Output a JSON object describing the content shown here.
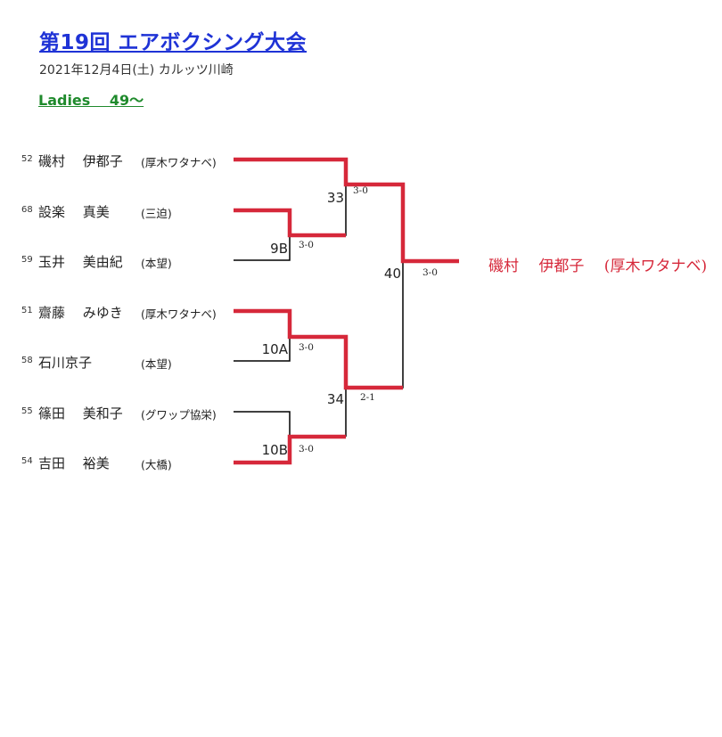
{
  "header": {
    "title": "第19回 エアボクシング大会",
    "date_venue": "2021年12月4日(土) カルッツ川崎",
    "division": "Ladies　 49～"
  },
  "players": [
    {
      "seed": "52",
      "name": "磯村　 伊都子",
      "club": "(厚木ワタナベ)"
    },
    {
      "seed": "68",
      "name": "設楽　 真美",
      "club": "(三迫)"
    },
    {
      "seed": "59",
      "name": "玉井　 美由紀",
      "club": "(本望)"
    },
    {
      "seed": "51",
      "name": "齋藤　 みゆき",
      "club": "(厚木ワタナベ)"
    },
    {
      "seed": "58",
      "name": "石川京子",
      "club": "(本望)"
    },
    {
      "seed": "55",
      "name": "篠田　 美和子",
      "club": "(グワップ協栄)"
    },
    {
      "seed": "54",
      "name": "吉田　 裕美",
      "club": "(大橋)"
    }
  ],
  "matches": [
    {
      "id": "9B",
      "score": "3-0"
    },
    {
      "id": "10A",
      "score": "3-0"
    },
    {
      "id": "10B",
      "score": "3-0"
    },
    {
      "id": "33",
      "score": "3-0"
    },
    {
      "id": "34",
      "score": "2-1"
    },
    {
      "id": "40",
      "score": "3-0"
    }
  ],
  "champion": {
    "name": "磯村　 伊都子　 (厚木ワタナベ)"
  },
  "colors": {
    "winner_line": "#d6283a",
    "loser_line": "#000000",
    "title": "#1f33d6",
    "division": "#1f8a2c"
  }
}
